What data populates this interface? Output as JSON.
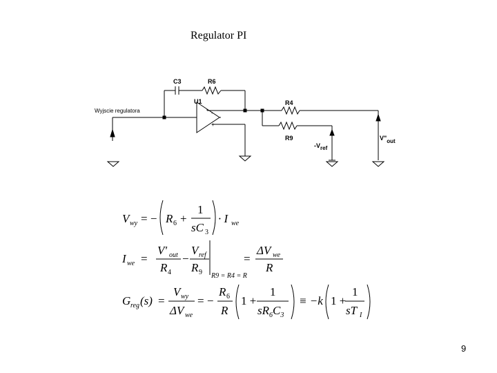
{
  "title": "Regulator PI",
  "page_number": "9",
  "circuit": {
    "c3_label": "C3",
    "r6_label": "R6",
    "u1_label": "U1",
    "r4_label": "R4",
    "r9_label": "R9",
    "input_label": "Wyjscie regulatora",
    "vref_label_v": "-V",
    "vref_label_sub": "ref",
    "vout_label_v": "V\"",
    "vout_label_sub": "out",
    "minus_sign": "-",
    "plus_sign": "+"
  },
  "equations": {
    "eq1_lhs": "V",
    "eq1_lhs_sub": "wy",
    "eq1_eq": "= −",
    "eq1_r": "R",
    "eq1_r_sub": "6",
    "eq1_plus": "+",
    "eq1_num": "1",
    "eq1_den": "sC",
    "eq1_den_sub": "3",
    "eq1_dot": "· I",
    "eq1_dot_sub": "we",
    "eq2_lhs": "I",
    "eq2_lhs_sub": "we",
    "eq2_eq": "=",
    "eq2_num1": "V'",
    "eq2_num1_sub": "out",
    "eq2_den1": "R",
    "eq2_den1_sub": "4",
    "eq2_minus": "−",
    "eq2_num2": "V",
    "eq2_num2_sub": "ref",
    "eq2_den2": "R",
    "eq2_den2_sub": "9",
    "eq2_cond": "R9 = R4 = R",
    "eq2_eq2": "=",
    "eq2_num3": "ΔV",
    "eq2_num3_sub": "we",
    "eq2_den3": "R",
    "eq3_lhs": "G",
    "eq3_lhs_sub": "reg",
    "eq3_arg": "(s)",
    "eq3_eq": "=",
    "eq3_num1": "V",
    "eq3_num1_sub": "wy",
    "eq3_den1": "ΔV",
    "eq3_den1_sub": "we",
    "eq3_eq2": "= −",
    "eq3_num2": "R",
    "eq3_num2_sub": "6",
    "eq3_den2": "R",
    "eq3_one": "1 +",
    "eq3_num3": "1",
    "eq3_den3": "sR",
    "eq3_den3_sub": "6",
    "eq3_den3_c": "C",
    "eq3_den3_csub": "3",
    "eq3_ident": "≡ −k",
    "eq3_one2": "1 +",
    "eq3_num4": "1",
    "eq3_den4": "sT",
    "eq3_den4_sub": "I"
  }
}
